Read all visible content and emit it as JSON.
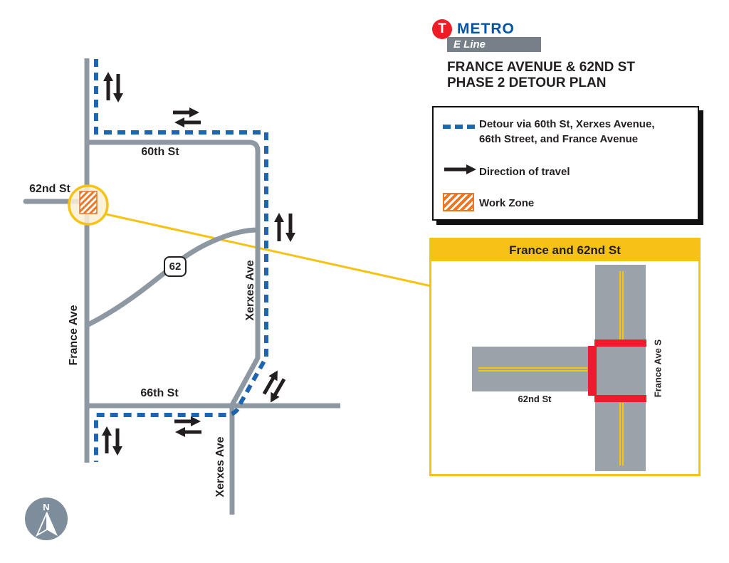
{
  "header": {
    "logo_letter": "T",
    "brand": "METRO",
    "line_badge": "E Line",
    "title_line1": "FRANCE AVENUE & 62ND ST",
    "title_line2": "PHASE 2 DETOUR PLAN"
  },
  "legend": {
    "detour_line1": "Detour via 60th St, Xerxes Avenue,",
    "detour_line2": "66th Street, and France Avenue",
    "direction_label": "Direction of travel",
    "work_zone_label": "Work Zone"
  },
  "map": {
    "labels": {
      "st60": "60th St",
      "st62": "62nd St",
      "st66": "66th St",
      "france": "France Ave",
      "xerxes_upper": "Xerxes Ave",
      "xerxes_lower": "Xerxes Ave",
      "highway_shield": "62"
    },
    "compass_north": "N"
  },
  "inset": {
    "title": "France and 62nd St",
    "label_62nd": "62nd St",
    "label_france": "France Ave S"
  },
  "colors": {
    "road_gray": "#8d98a2",
    "inset_road_gray": "#9aa2aa",
    "detour_blue": "#1e64ae",
    "accent_yellow": "#f6c216",
    "centerline_yellow": "#fdc500",
    "closure_red": "#ec1b2d",
    "work_zone_orange": "#ee7623",
    "metro_blue": "#0054a6",
    "metro_red": "#ee1c25",
    "badge_gray": "#778089",
    "compass_gray": "#7d8d9b",
    "text_dark": "#231f20"
  }
}
